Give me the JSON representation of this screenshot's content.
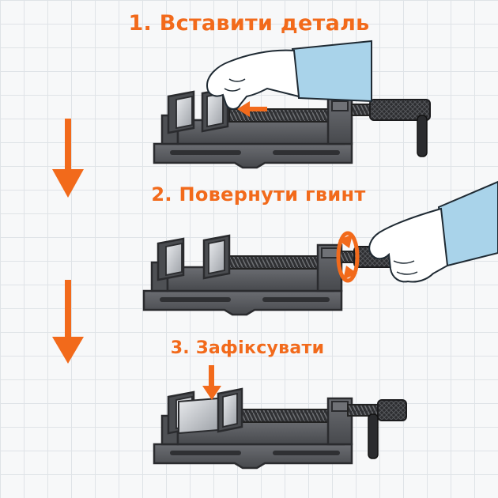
{
  "steps": [
    {
      "label": "1. Вставити деталь"
    },
    {
      "label": "2. Повернути гвинт"
    },
    {
      "label": "3. Зафіксувати"
    }
  ],
  "colors": {
    "accent": "#f26a1b",
    "vise_body": "#5a5c60",
    "vise_dark": "#3a3b3e",
    "metal": "#c9ccd0",
    "sleeve": "#a9d3ea",
    "skin": "#ffffff"
  },
  "icons": [
    "down-arrow-icon",
    "rotate-arrow-icon",
    "push-arrow-icon",
    "press-arrow-icon",
    "hand-icon",
    "vise-icon"
  ]
}
